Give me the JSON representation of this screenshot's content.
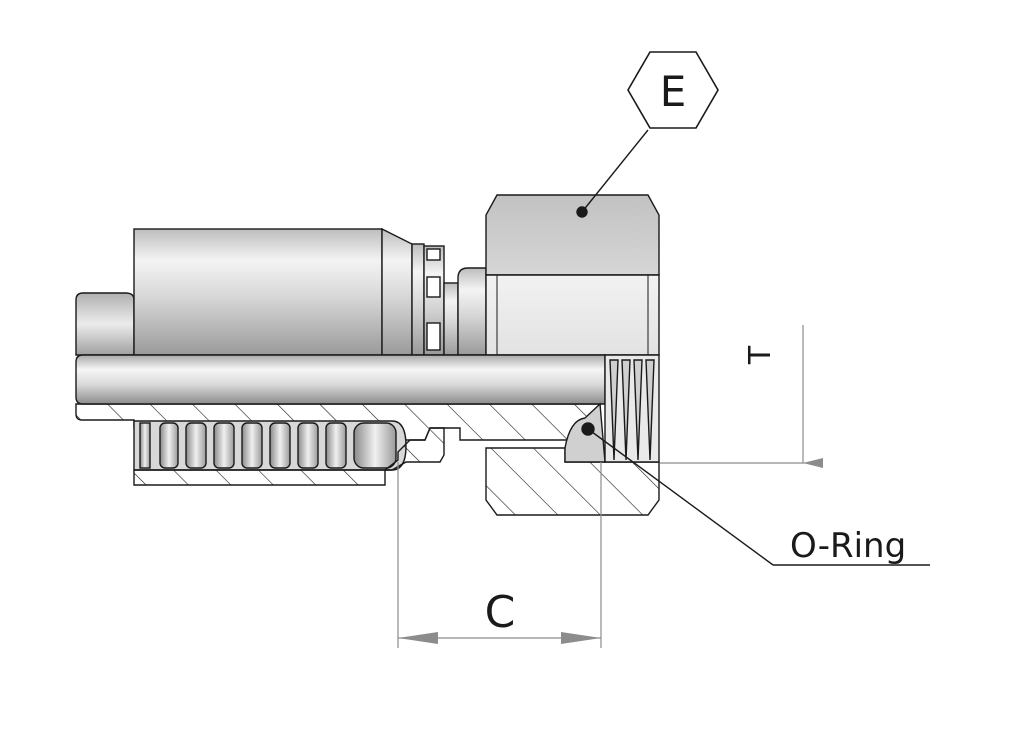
{
  "labels": {
    "hex": "E",
    "thread": "T",
    "o_ring": "O-Ring",
    "length": "C"
  },
  "colors": {
    "line": "#1a1a1a",
    "dim_line": "#8c8c8c",
    "metal_light": "#eeeeee",
    "metal_mid": "#c9c9c9",
    "metal_dark": "#8f8f8f",
    "hatch": "#1a1a1a"
  }
}
